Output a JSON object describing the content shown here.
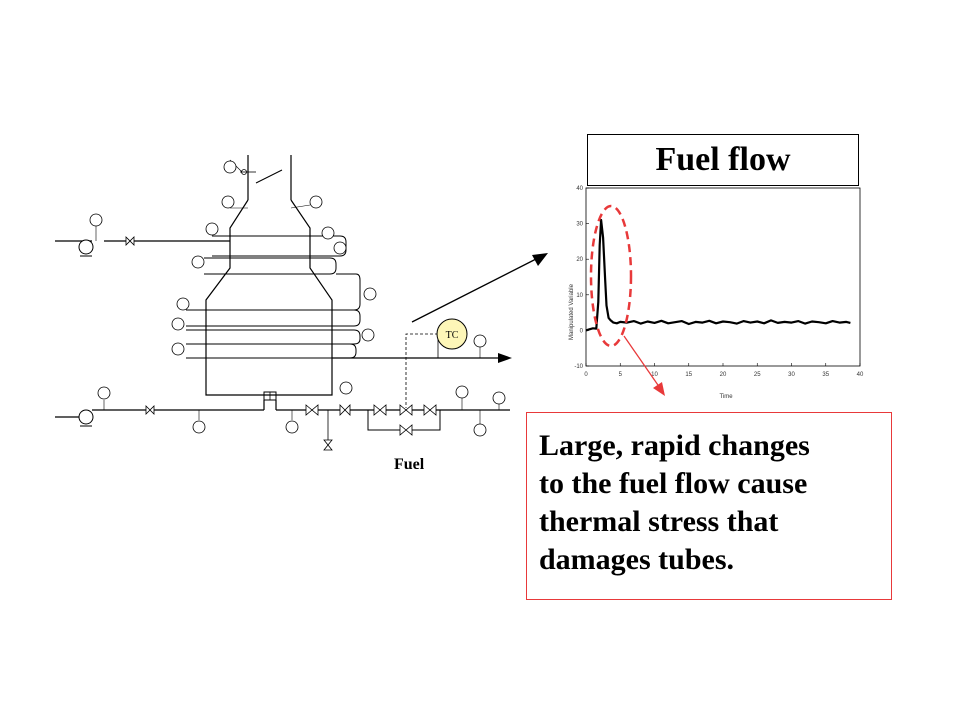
{
  "chart_title": "Fuel flow",
  "note_text": "Large, rapid changes to the fuel flow cause thermal stress that damages tubes.",
  "note_lines": [
    "Large, rapid changes",
    "to the fuel flow cause",
    "thermal stress that",
    "damages tubes."
  ],
  "fuel_label": "Fuel",
  "controller_label": "TC",
  "colors": {
    "highlight": "#e8393a",
    "controller_fill": "#fdf6b8",
    "line": "#000000"
  },
  "chart_data": {
    "type": "line",
    "xlabel": "Time",
    "ylabel": "Manipulated Variable",
    "xlim": [
      0,
      40
    ],
    "ylim": [
      -10,
      40
    ],
    "xticks": [
      0,
      5,
      10,
      15,
      20,
      25,
      30,
      35,
      40
    ],
    "yticks": [
      -10,
      0,
      10,
      20,
      30,
      40
    ],
    "series": [
      {
        "x": [
          0,
          0.5,
          1,
          1.5,
          1.8,
          2.0,
          2.2,
          2.5,
          2.8,
          3.0,
          3.3,
          3.6,
          4,
          4.5,
          5,
          6,
          7,
          8,
          9,
          10,
          11,
          12,
          13,
          14,
          15,
          16,
          17,
          18,
          19,
          20,
          21,
          22,
          23,
          24,
          25,
          26,
          27,
          28,
          29,
          30,
          31,
          32,
          33,
          34,
          35,
          36,
          37,
          38,
          38.6
        ],
        "y": [
          0,
          0.3,
          0.6,
          0.5,
          8,
          24,
          31,
          26,
          14,
          7,
          3.5,
          2.8,
          2.2,
          2.0,
          2.4,
          2.2,
          2.6,
          1.9,
          2.5,
          2.1,
          2.7,
          2.0,
          2.3,
          2.6,
          1.8,
          2.4,
          2.2,
          2.7,
          2.0,
          2.5,
          2.3,
          1.9,
          2.6,
          2.2,
          2.5,
          2.0,
          2.8,
          2.1,
          2.4,
          2.2,
          2.6,
          1.9,
          2.5,
          2.3,
          2.0,
          2.6,
          2.2,
          2.4,
          2.1
        ]
      }
    ],
    "annotation": "dashed red ellipse highlighting the initial spike"
  }
}
